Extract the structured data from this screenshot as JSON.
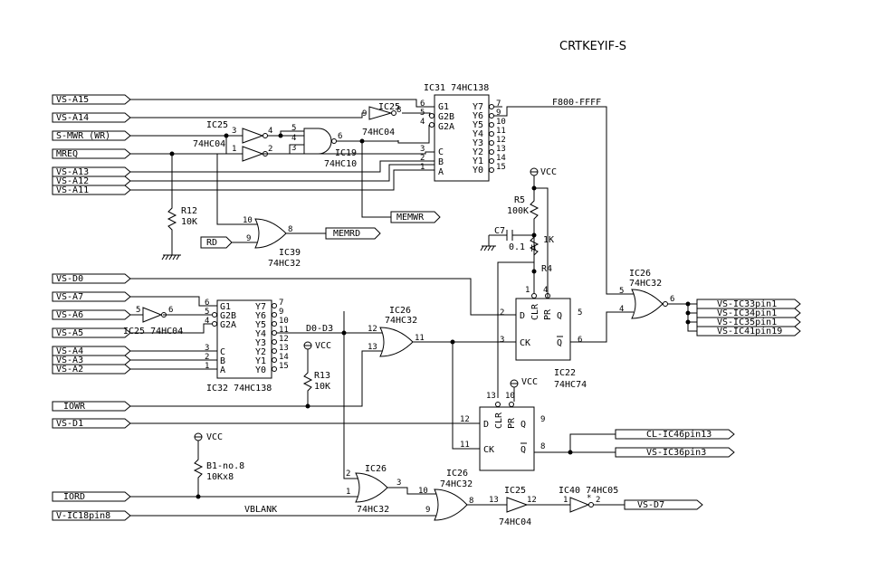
{
  "title": "CRTKEYIF-S",
  "inputs": {
    "a15": "VS-A15",
    "a14": "VS-A14",
    "mwr": "S-MWR (WR)",
    "mreq": "MREQ",
    "a13": "VS-A13",
    "a12": "VS-A12",
    "a11": "VS-A11",
    "d0": "VS-D0",
    "a7": "VS-A7",
    "a6": "VS-A6",
    "a5": "VS-A5",
    "a4": "VS-A4",
    "a3": "VS-A3",
    "a2": "VS-A2",
    "iowr": "IOWR",
    "d1": "VS-D1",
    "iord": "IORD",
    "v_ic18": "V-IC18pin8"
  },
  "nets": {
    "f800": "F800-FFFF",
    "memwr": "MEMWR",
    "memrd": "MEMRD",
    "rd": "RD",
    "d0d3": "D0-D3",
    "vblank": "VBLANK",
    "vcc": "VCC"
  },
  "outputs": {
    "ic33": "VS-IC33pin1",
    "ic34": "VS-IC34pin1",
    "ic35": "VS-IC35pin1",
    "ic41": "VS-IC41pin19",
    "cl_ic46": "CL-IC46pin13",
    "ic36": "VS-IC36pin3",
    "vsd7": "VS-D7"
  },
  "ics": {
    "ic31": "IC31 74HC138",
    "ic32": "IC32 74HC138",
    "ic25a": "IC25",
    "ic25a_part": "74HC04",
    "ic25b": "IC25",
    "ic25b_part": "74HC04",
    "ic25c": "IC25 74HC04",
    "ic25d": "IC25",
    "ic25d_part": "74HC04",
    "ic19": "IC19",
    "ic19_part": "74HC10",
    "ic39": "IC39",
    "ic39_part": "74HC32",
    "ic26a": "IC26",
    "ic26a_part": "74HC32",
    "ic26b": "IC26",
    "ic26b_part": "74HC32",
    "ic26c": "IC26",
    "ic26c_part": "74HC32",
    "ic26d": "IC26",
    "ic26d_part": "74HC32",
    "ic22": "IC22",
    "ic22_part": "74HC74",
    "ic40": "IC40 74HC05"
  },
  "passives": {
    "r12": "R12",
    "r12_val": "10K",
    "r5": "R5",
    "r5_val": "100K",
    "c7": "C7",
    "c7_val": "0.1 μ",
    "r4": "R4",
    "r4_val": "1K",
    "r13": "R13",
    "r13_val": "10K",
    "b1": "B1-no.8",
    "b1_val": "10Kx8"
  },
  "decoder_pins": {
    "in": [
      "G1",
      "G2B",
      "G2A",
      "C",
      "B",
      "A"
    ],
    "out": [
      "Y7",
      "Y6",
      "Y5",
      "Y4",
      "Y3",
      "Y2",
      "Y1",
      "Y0"
    ]
  },
  "ff_pins": {
    "d": "D",
    "ck": "CK",
    "q": "Q",
    "qn": "Q",
    "clr": "CLR",
    "pr": "PR"
  }
}
